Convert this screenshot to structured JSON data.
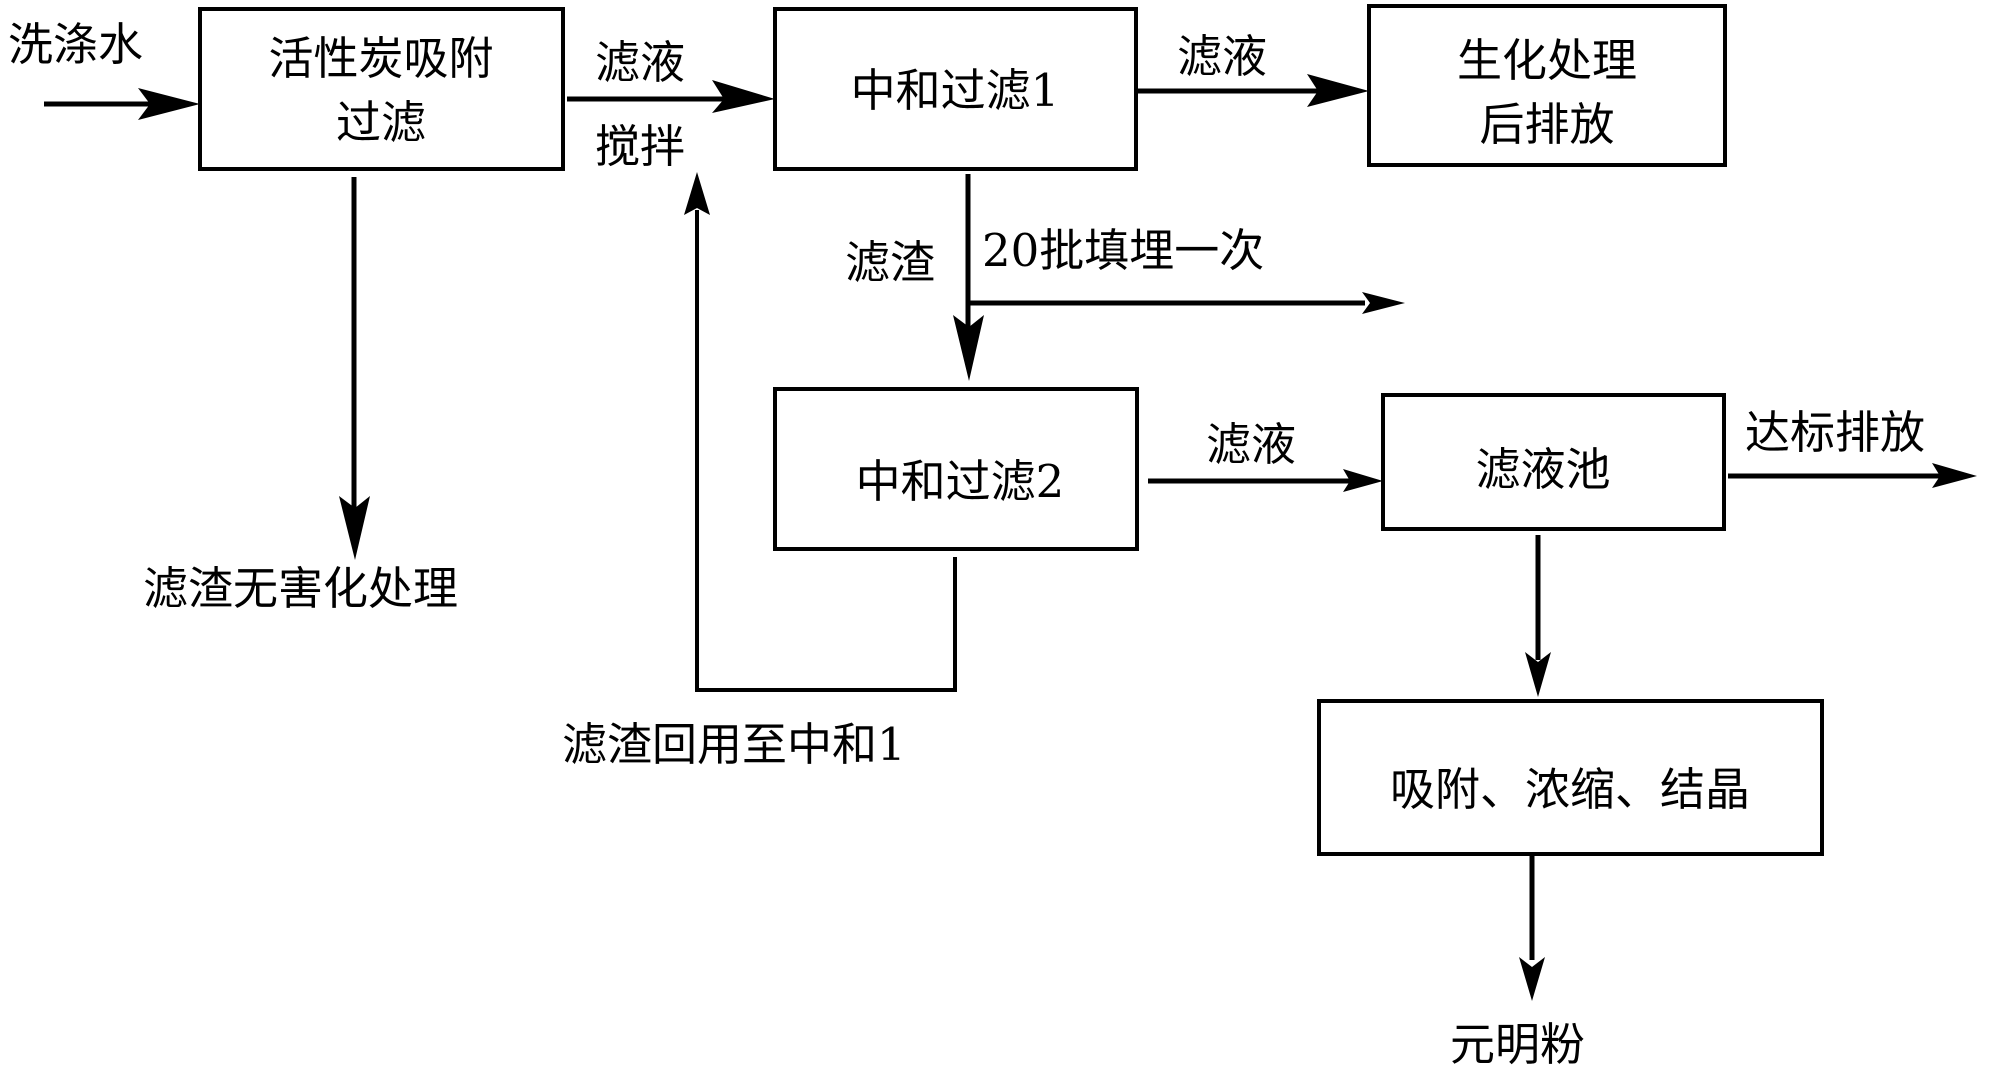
{
  "diagram": {
    "type": "process-flowchart",
    "colors": {
      "stroke": "#000000",
      "background": "#ffffff"
    },
    "input_label": "洗涤水",
    "nodes": {
      "activated_carbon": {
        "line1": "活性炭吸附",
        "line2": "过滤"
      },
      "neutralize1": {
        "label": "中和过滤1"
      },
      "biochem": {
        "line1": "生化处理",
        "line2": "后排放"
      },
      "neutralize2": {
        "label": "中和过滤2"
      },
      "filtrate_pool": {
        "label": "滤液池"
      },
      "crystallize": {
        "label": "吸附、浓缩、结晶"
      }
    },
    "edge_labels": {
      "carbon_to_n1_top": "滤液",
      "carbon_to_n1_bottom": "搅拌",
      "n1_to_biochem": "滤液",
      "n1_residue": "滤渣",
      "landfill": "20批填埋一次",
      "n2_to_pool": "滤液",
      "pool_discharge": "达标排放",
      "carbon_residue": "滤渣无害化处理",
      "recycle": "滤渣回用至中和1",
      "product": "元明粉"
    }
  }
}
